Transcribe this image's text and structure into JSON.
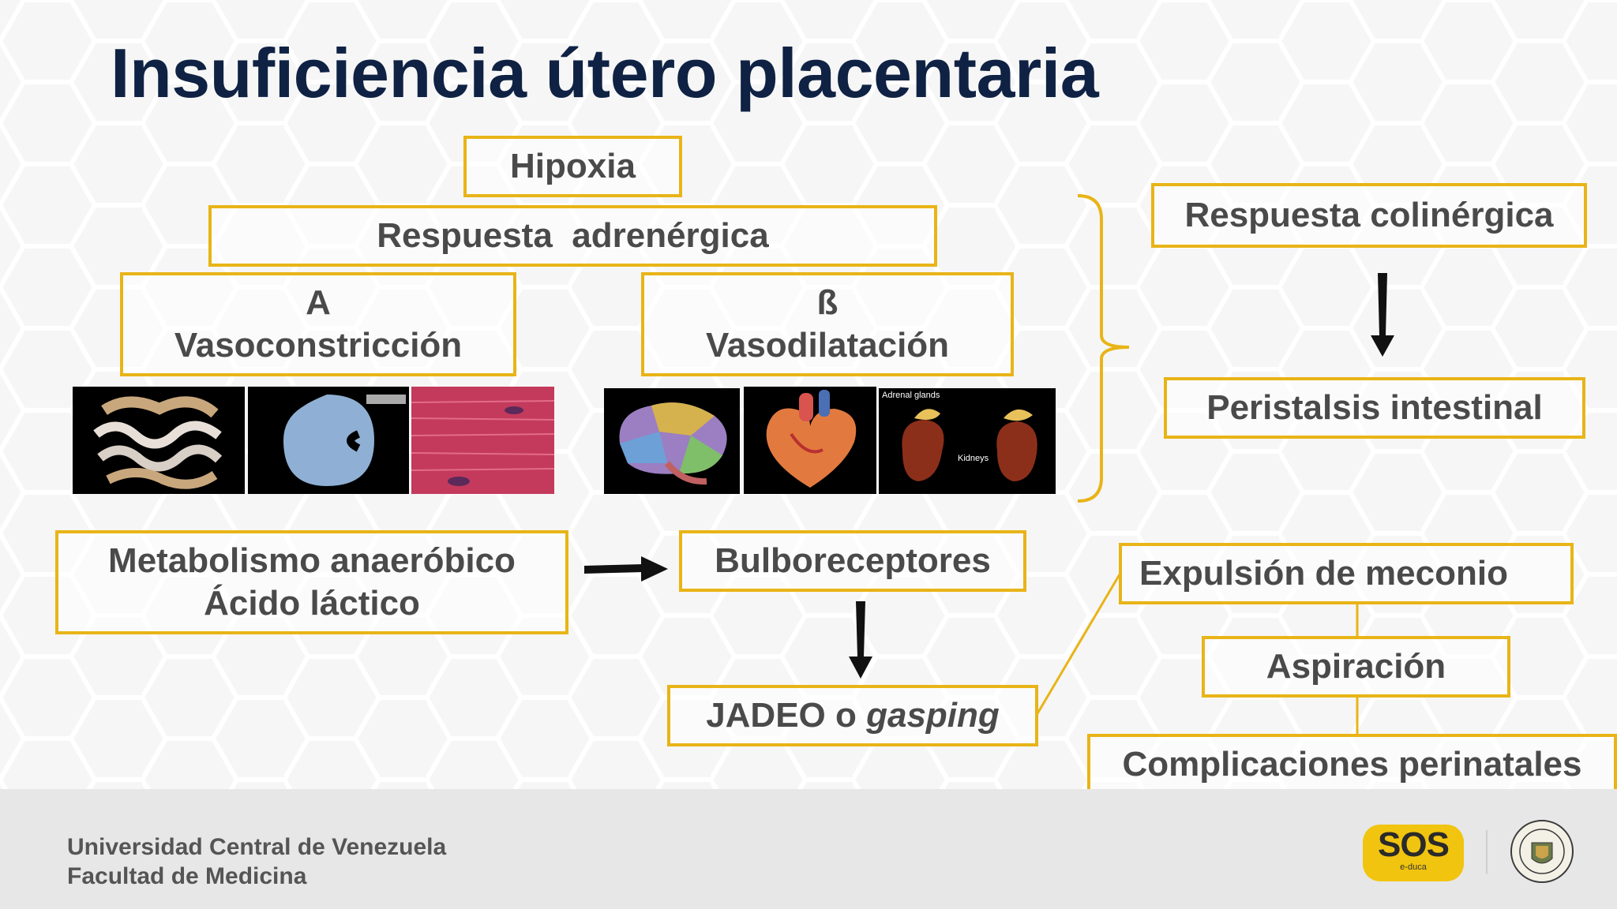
{
  "slide": {
    "title": "Insuficiencia útero placentaria",
    "boxes": {
      "hipoxia": "Hipoxia",
      "respuesta_adrenergica": "Respuesta  adrenérgica",
      "alpha_symbol": "A",
      "vasoconstriccion": "Vasoconstricción",
      "beta_symbol": "ß",
      "vasodilatacion": "Vasodilatación",
      "metabolismo": "Metabolismo anaeróbico",
      "acido_lactico": "Ácido láctico",
      "bulboreceptores": "Bulboreceptores",
      "jadeo": "JADEO o ",
      "gasping": "gasping",
      "respuesta_colinergica": "Respuesta colinérgica",
      "peristalsis": "Peristalsis intestinal",
      "expulsion": "Expulsión de meconio",
      "aspiracion": "Aspiración",
      "complicaciones": "Complicaciones perinatales"
    },
    "image_labels": {
      "adrenal_glands": "Adrenal glands",
      "kidneys": "Kidneys"
    }
  },
  "images": [
    "intestine-image",
    "kidney-image",
    "muscle-tissue-image",
    "brain-image",
    "heart-image",
    "adrenal-kidneys-image"
  ],
  "footer": {
    "line1": "Universidad Central de Venezuela",
    "line2": "Facultad de Medicina",
    "logo_text": "SOS",
    "logo_subtext": "e-duca"
  },
  "colors": {
    "title": "#0f2244",
    "box_border": "#e8b417",
    "box_text": "#4a4a4a",
    "footer_bg": "#e7e7e7",
    "logo_bg": "#f1c40f"
  }
}
